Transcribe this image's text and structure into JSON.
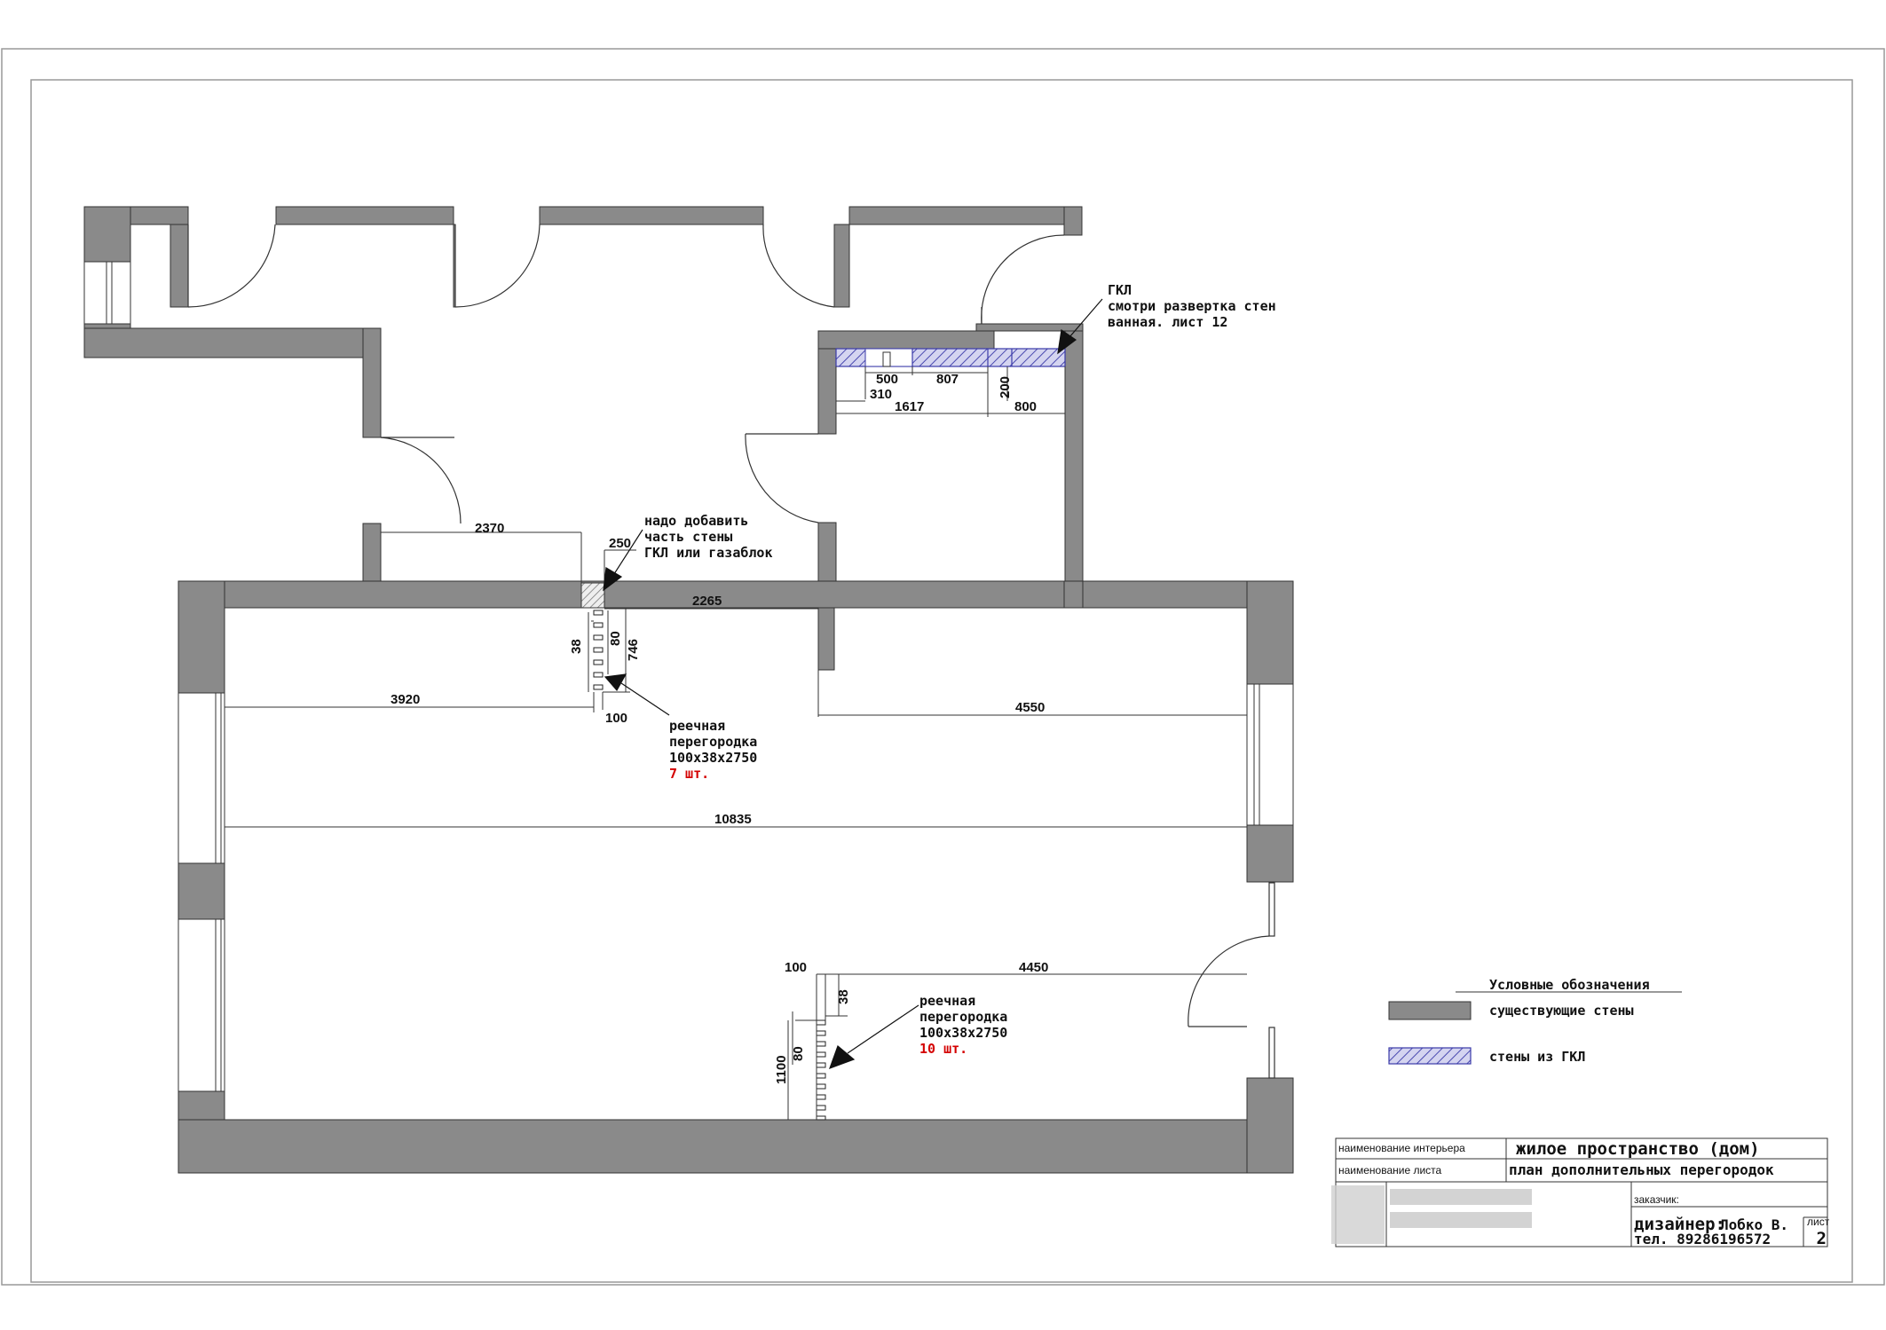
{
  "colors": {
    "existing_wall": "#8a8a8a",
    "gkl_wall": "#c8c8ec",
    "gkl_stroke": "#3a3aa8",
    "accent_red": "#d40000"
  },
  "dimensions": {
    "d2370": "2370",
    "d250": "250",
    "d2265": "2265",
    "d3920": "3920",
    "d4550": "4550",
    "d10835": "10835",
    "d38a": "38",
    "d80a": "80",
    "d746": "746",
    "d100a": "100",
    "d500": "500",
    "d807": "807",
    "d310": "310",
    "d200": "200",
    "d1617": "1617",
    "d800": "800",
    "d100b": "100",
    "d4450": "4450",
    "d38b": "38",
    "d80b": "80",
    "d1100": "1100"
  },
  "notes": {
    "add_wall": [
      "надо добавить",
      "часть стены",
      "ГКЛ или газаблок"
    ],
    "gkl": [
      "ГКЛ",
      "смотри развертка стен",
      "ванная. лист 12"
    ],
    "partition1": [
      "реечная",
      "перегородка",
      "100х38х2750"
    ],
    "partition1_qty": "7 шт.",
    "partition2": [
      "реечная",
      "перегородка",
      "100х38х2750"
    ],
    "partition2_qty": "10 шт."
  },
  "legend": {
    "title": "Условные обозначения",
    "existing": "существующие стены",
    "gkl": "стены из ГКЛ"
  },
  "title_block": {
    "interior_label": "наименование интерьера",
    "interior_value": "жилое пространство (дом)",
    "sheet_label": "наименование листа",
    "sheet_value": "план дополнительных перегородок",
    "customer_label": "заказчик:",
    "designer_label": "дизайнер:",
    "designer_name": "Лобко В.",
    "phone": "тел. 89286196572",
    "sheet_no_label": "лист",
    "sheet_no": "2"
  }
}
